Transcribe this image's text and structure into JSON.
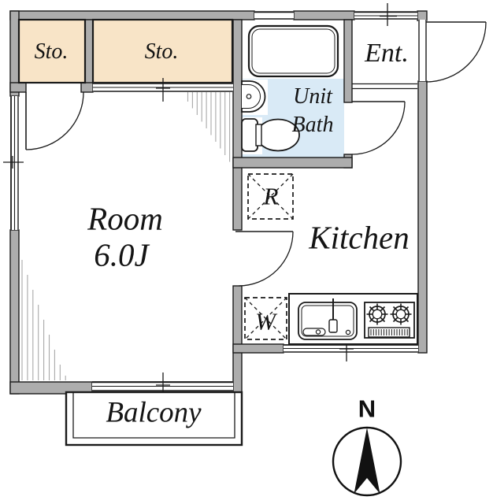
{
  "labels": {
    "storage_left": "Sto.",
    "storage_right": "Sto.",
    "room_name": "Room",
    "room_size": "6.0J",
    "unit_bath_line1": "Unit",
    "unit_bath_line2": "Bath",
    "entrance": "Ent.",
    "kitchen": "Kitchen",
    "refrigerator": "R",
    "washer": "W",
    "balcony": "Balcony"
  },
  "compass": {
    "north": "N"
  },
  "colors": {
    "wall_gray": "#ADADAD",
    "storage_fill": "#F8E4C7",
    "bath_floor_fill": "#D9EAF6",
    "washer_fill": "#D9EAF6",
    "line_black": "#1A1A1A",
    "hatch_gray": "#A8A8A8"
  }
}
